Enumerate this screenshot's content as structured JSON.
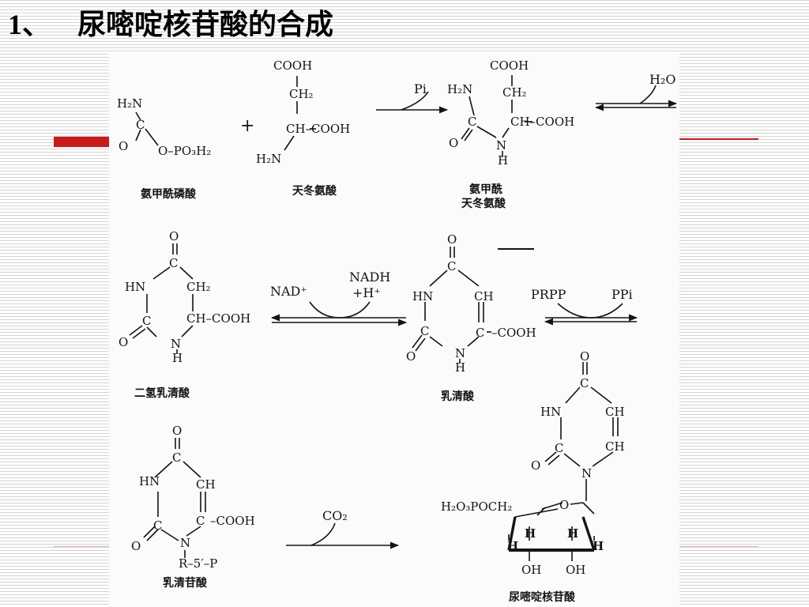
{
  "slide": {
    "title_number": "1、",
    "title_text": "尿嘧啶核苷酸的合成"
  },
  "compound_names": {
    "carbamoyl_phosphate": "氨甲酰磷酸",
    "aspartate": "天冬氨酸",
    "carbamoyl_aspartate_line1": "氨甲酰",
    "carbamoyl_aspartate_line2": "天冬氨酸",
    "dihydroorotate": "二氢乳清酸",
    "orotate": "乳清酸",
    "omp": "乳清苷酸",
    "ump": "尿嘧啶核苷酸"
  },
  "reagents": {
    "pi": "Pi",
    "h2o": "H₂O",
    "nad": "NAD⁺",
    "nadh": "NADH",
    "plus_h": "+H⁺",
    "prpp": "PRPP",
    "ppi": "PPi",
    "co2": "CO₂",
    "plus_sign": "+"
  },
  "colors": {
    "accent_red": "#cc1a1a",
    "stripe": "#d4d4d4",
    "ink": "#141414"
  }
}
